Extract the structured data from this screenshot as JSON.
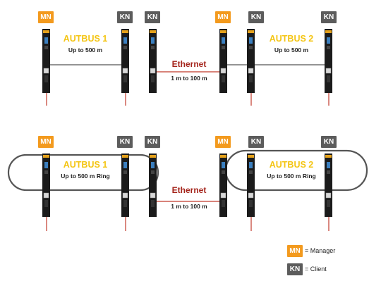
{
  "colors": {
    "manager": "#f39a1e",
    "client": "#5c5c5c",
    "autbus_label": "#f4c514",
    "ethernet_label": "#a4231a",
    "ethernet_line": "#c0392b",
    "bus_line": "#555555",
    "device_body": "#1b1b1b",
    "device_brand": "#e5a21c"
  },
  "badges": {
    "manager": "MN",
    "client": "KN"
  },
  "linear": {
    "autbus1": {
      "title": "AUTBUS 1",
      "range": "Up to 500 m"
    },
    "autbus2": {
      "title": "AUTBUS 2",
      "range": "Up to 500 m"
    },
    "ethernet": {
      "title": "Ethernet",
      "range": "1 m to 100 m"
    }
  },
  "ring": {
    "autbus1": {
      "title": "AUTBUS 1",
      "range": "Up to 500 m Ring"
    },
    "autbus2": {
      "title": "AUTBUS 2",
      "range": "Up to 500 m Ring"
    },
    "ethernet": {
      "title": "Ethernet",
      "range": "1 m to 100 m"
    }
  },
  "legend": {
    "manager_text": "= Manager",
    "client_text": "= Client"
  },
  "icons": [
    "autbus-device-icon",
    "ethernet-port-icon"
  ]
}
